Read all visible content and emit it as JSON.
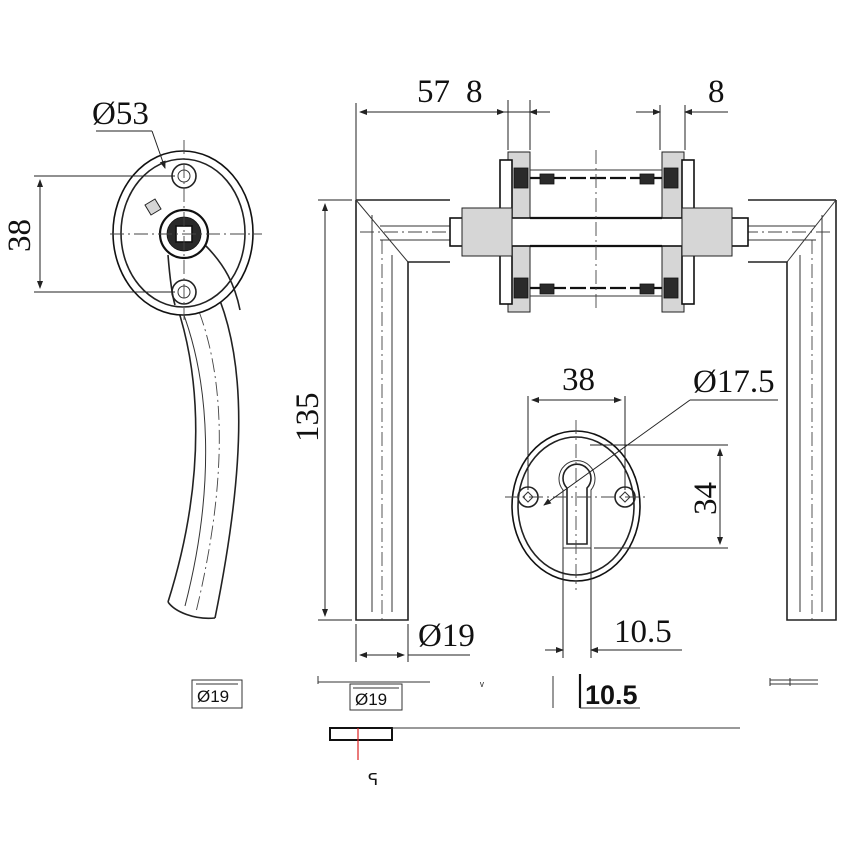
{
  "dimensions": {
    "rose_diameter": "Ø53",
    "rose_height": "38",
    "width_57": "57",
    "spindle_left": "8",
    "spindle_right": "8",
    "handle_length": "135",
    "escutcheon_width": "38",
    "keyhole_diameter": "Ø17.5",
    "keyhole_height": "34",
    "bar_diameter": "Ø19",
    "keyhole_offset": "10.5"
  },
  "bottom_strip": {
    "box_left": "Ø19",
    "box_middle": "Ø19",
    "bold_value": "10.5",
    "mark_small": "ᵥ",
    "mark_bottom": "ᕋ"
  }
}
